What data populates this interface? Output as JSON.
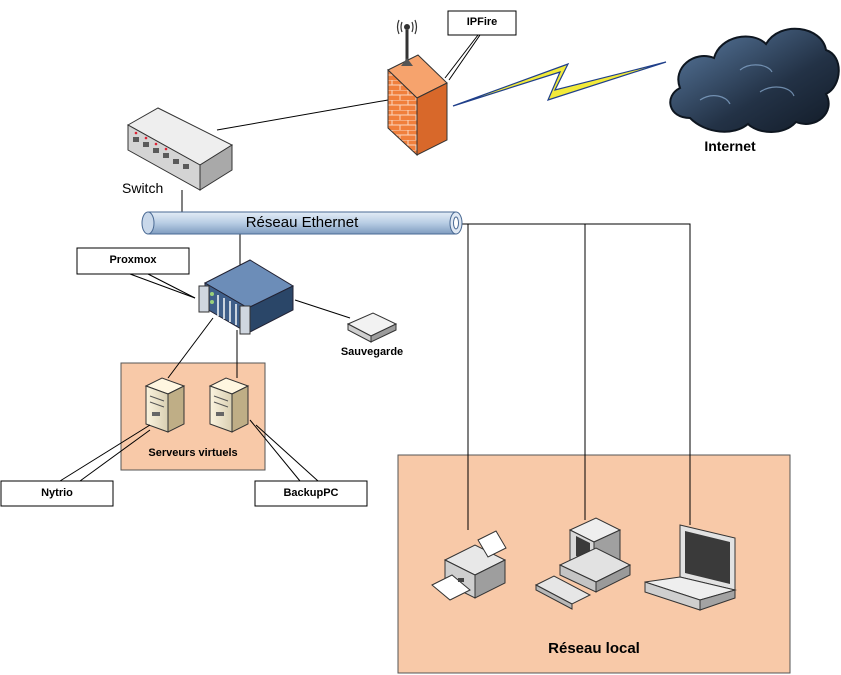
{
  "labels": {
    "ipfire": "IPFire",
    "internet": "Internet",
    "switch": "Switch",
    "ethernet": "Réseau Ethernet",
    "proxmox": "Proxmox",
    "sauvegarde": "Sauvegarde",
    "virtual_servers": "Serveurs virtuels",
    "nytrio": "Nytrio",
    "backuppc": "BackupPC",
    "local_network": "Réseau local"
  },
  "colors": {
    "zone_fill": "#f8c9a8",
    "firewall_brick": "#f07f3c",
    "cloud": "#2d3f55",
    "ethernet_pipe": "#b9cde3",
    "lightning": "#f2ea3a"
  },
  "icons": [
    "firewall-icon",
    "antenna-icon",
    "cloud-icon",
    "switch-icon",
    "server-rack-icon",
    "nas-icon",
    "tower-server-icon",
    "printer-icon",
    "desktop-computer-icon",
    "laptop-icon"
  ]
}
